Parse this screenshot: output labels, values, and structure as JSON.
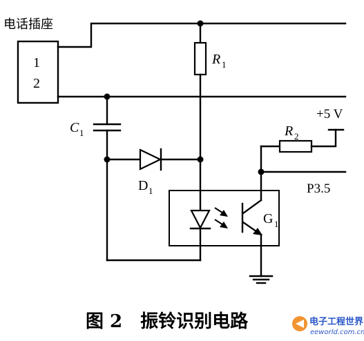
{
  "labels": {
    "socket": "电话插座",
    "pin1": "1",
    "pin2": "2",
    "r1": "R",
    "r1_sub": "1",
    "c1": "C",
    "c1_sub": "1",
    "d1": "D",
    "d1_sub": "1",
    "r2": "R",
    "r2_sub": "2",
    "vcc": "+5 V",
    "port": "P3.5",
    "g1": "G",
    "g1_sub": "1"
  },
  "caption": "图 2　振铃识别电路",
  "watermark": {
    "brand": "电子工程世界",
    "url": "eeworld.com.cn",
    "colors": {
      "brand": "#2b57c8",
      "accent": "#f08a1c"
    }
  }
}
